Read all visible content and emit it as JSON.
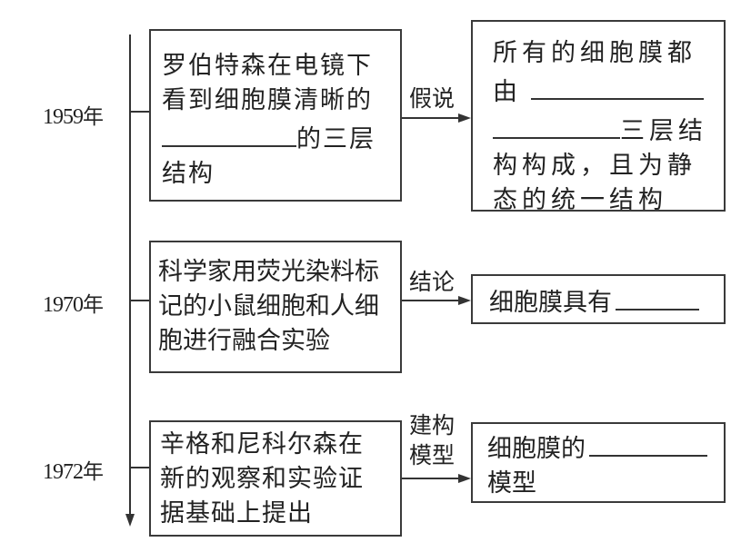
{
  "timeline": {
    "direction": "downward",
    "events": [
      {
        "year": "1959",
        "year_suffix": "年",
        "cause_lines": [
          "罗伯特森在电镜下",
          "看到细胞膜清晰的",
          "的三层",
          "结构"
        ],
        "relation": "假说",
        "result_lines": [
          "所有的细胞膜都",
          "由",
          "三层结",
          "构构成，且为静",
          "态的统一结构"
        ]
      },
      {
        "year": "1970",
        "year_suffix": "年",
        "cause_lines": [
          "科学家用荧光染料标",
          "记的小鼠细胞和人细",
          "胞进行融合实验"
        ],
        "relation": "结论",
        "result_lines": [
          "细胞膜具有"
        ]
      },
      {
        "year": "1972",
        "year_suffix": "年",
        "cause_lines": [
          "辛格和尼科尔森在",
          "新的观察和实验证",
          "据基础上提出"
        ],
        "relation_lines": [
          "建构",
          "模型"
        ],
        "result_lines": [
          "细胞膜的",
          "模型"
        ]
      }
    ]
  }
}
